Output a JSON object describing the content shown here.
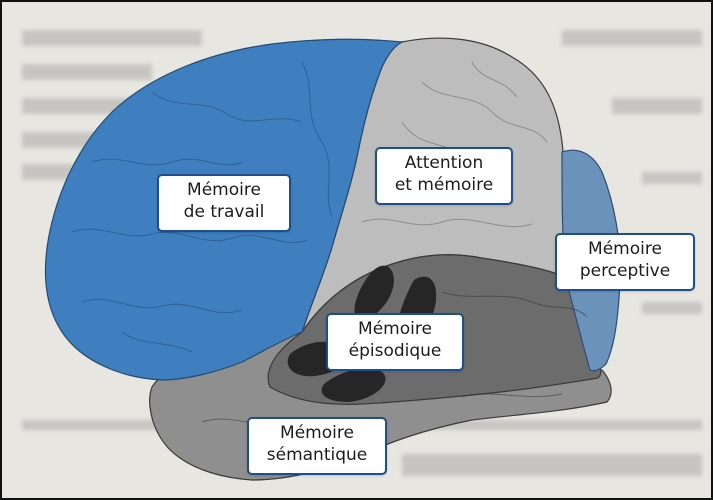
{
  "colors": {
    "paper": "#e8e6e1",
    "working_memory_region": "#3f7fbf",
    "perceptual_memory_region": "#6b92bb",
    "attention_region": "#bdbdbd",
    "temporal_region": "#6c6c6c",
    "semantic_region": "#8f8f8f",
    "episodic_region": "#262626",
    "label_border": "#1f4e8c"
  },
  "labels": {
    "working_memory": {
      "line1": "Mémoire",
      "line2": "de travail"
    },
    "attention_memory": {
      "line1": "Attention",
      "line2": "et mémoire"
    },
    "perceptual_memory": {
      "line1": "Mémoire",
      "line2": "perceptive"
    },
    "episodic_memory": {
      "line1": "Mémoire",
      "line2": "épisodique"
    },
    "semantic_memory": {
      "line1": "Mémoire",
      "line2": "sémantique"
    }
  }
}
